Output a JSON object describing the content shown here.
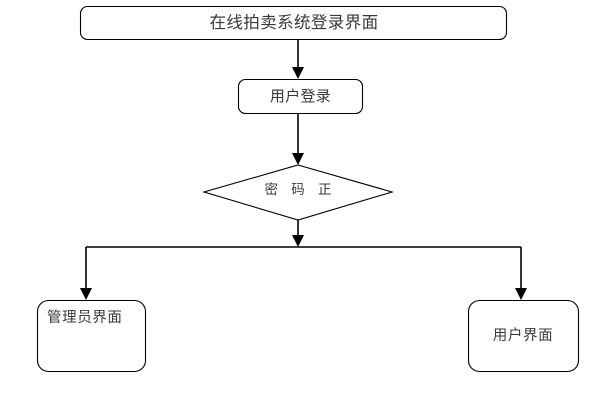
{
  "diagram": {
    "type": "flowchart",
    "title_node": {
      "id": "title",
      "shape": "rounded-rectangle",
      "label": "在线拍卖系统登录界面"
    },
    "nodes": [
      {
        "id": "login",
        "shape": "rounded-rectangle",
        "label": "用户登录"
      },
      {
        "id": "decision",
        "shape": "diamond",
        "label": "密 码 正"
      },
      {
        "id": "admin-interface",
        "shape": "rounded-rectangle",
        "label": "管理员界面"
      },
      {
        "id": "user-interface",
        "shape": "rounded-rectangle",
        "label": "用户界面"
      }
    ],
    "edges": [
      {
        "from": "title",
        "to": "login",
        "label": ""
      },
      {
        "from": "login",
        "to": "decision",
        "label": ""
      },
      {
        "from": "decision",
        "to": "branch-bar",
        "label": ""
      },
      {
        "from": "branch-bar",
        "to": "admin-interface",
        "label": ""
      },
      {
        "from": "branch-bar",
        "to": "user-interface",
        "label": ""
      }
    ],
    "colors": {
      "background": "#ffffff",
      "stroke": "#000000",
      "node_fill": "#ffffff",
      "text": "#3a3a3a"
    }
  }
}
